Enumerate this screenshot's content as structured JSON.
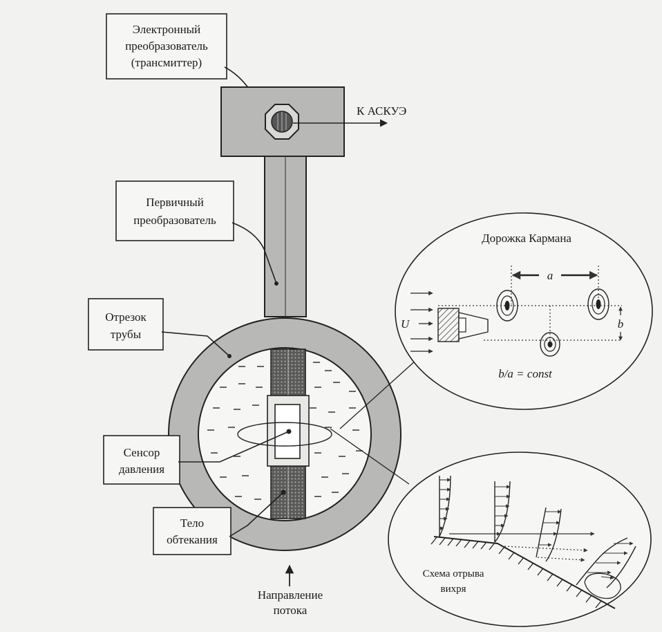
{
  "labels": {
    "transmitter": [
      "Электронный",
      "преобразователь",
      "(трансмиттер)"
    ],
    "to_askue": "К АСКУЭ",
    "primary": [
      "Первичный",
      "преобразователь"
    ],
    "pipe": [
      "Отрезок",
      "трубы"
    ],
    "sensor": [
      "Сенсор",
      "давления"
    ],
    "body": [
      "Тело",
      "обтекания"
    ],
    "flow_dir": [
      "Направление",
      "потока"
    ]
  },
  "karman": {
    "title": "Дорожка Кармана",
    "a": "a",
    "b": "b",
    "U": "U",
    "ratio": "b/a = const"
  },
  "separation": {
    "title": [
      "Схема отрыва",
      "вихря"
    ]
  },
  "colors": {
    "background": "#f2f2f0",
    "ink": "#1a1a1a",
    "fill_gray": "#b8b8b6",
    "fill_dark": "#6e6e6c"
  }
}
